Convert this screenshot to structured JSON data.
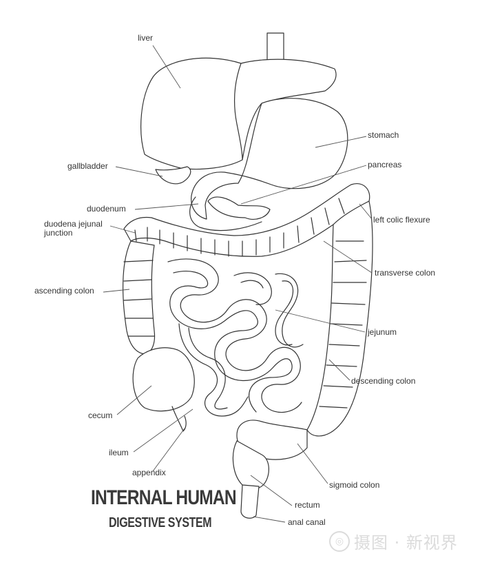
{
  "title": {
    "main": "INTERNAL HUMAN",
    "sub": "DIGESTIVE SYSTEM"
  },
  "labels": {
    "liver": "liver",
    "stomach": "stomach",
    "gallbladder": "gallbladder",
    "pancreas": "pancreas",
    "duodenum": "duodenum",
    "left_colic_flexure": "left colic flexure",
    "duodena_jejunal_1": "duodena jejunal",
    "duodena_jejunal_2": "junction",
    "transverse_colon": "transverse colon",
    "ascending_colon": "ascending colon",
    "jejunum": "jejunum",
    "descending_colon": "descending colon",
    "cecum": "cecum",
    "ileum": "ileum",
    "appendix": "appendix",
    "sigmoid_colon": "sigmoid colon",
    "rectum": "rectum",
    "anal_canal": "anal canal"
  },
  "watermark": {
    "icon": "camera-logo-icon",
    "text": "摄图 · 新视界"
  },
  "colors": {
    "line": "#333333",
    "text": "#333333",
    "background": "#ffffff"
  }
}
